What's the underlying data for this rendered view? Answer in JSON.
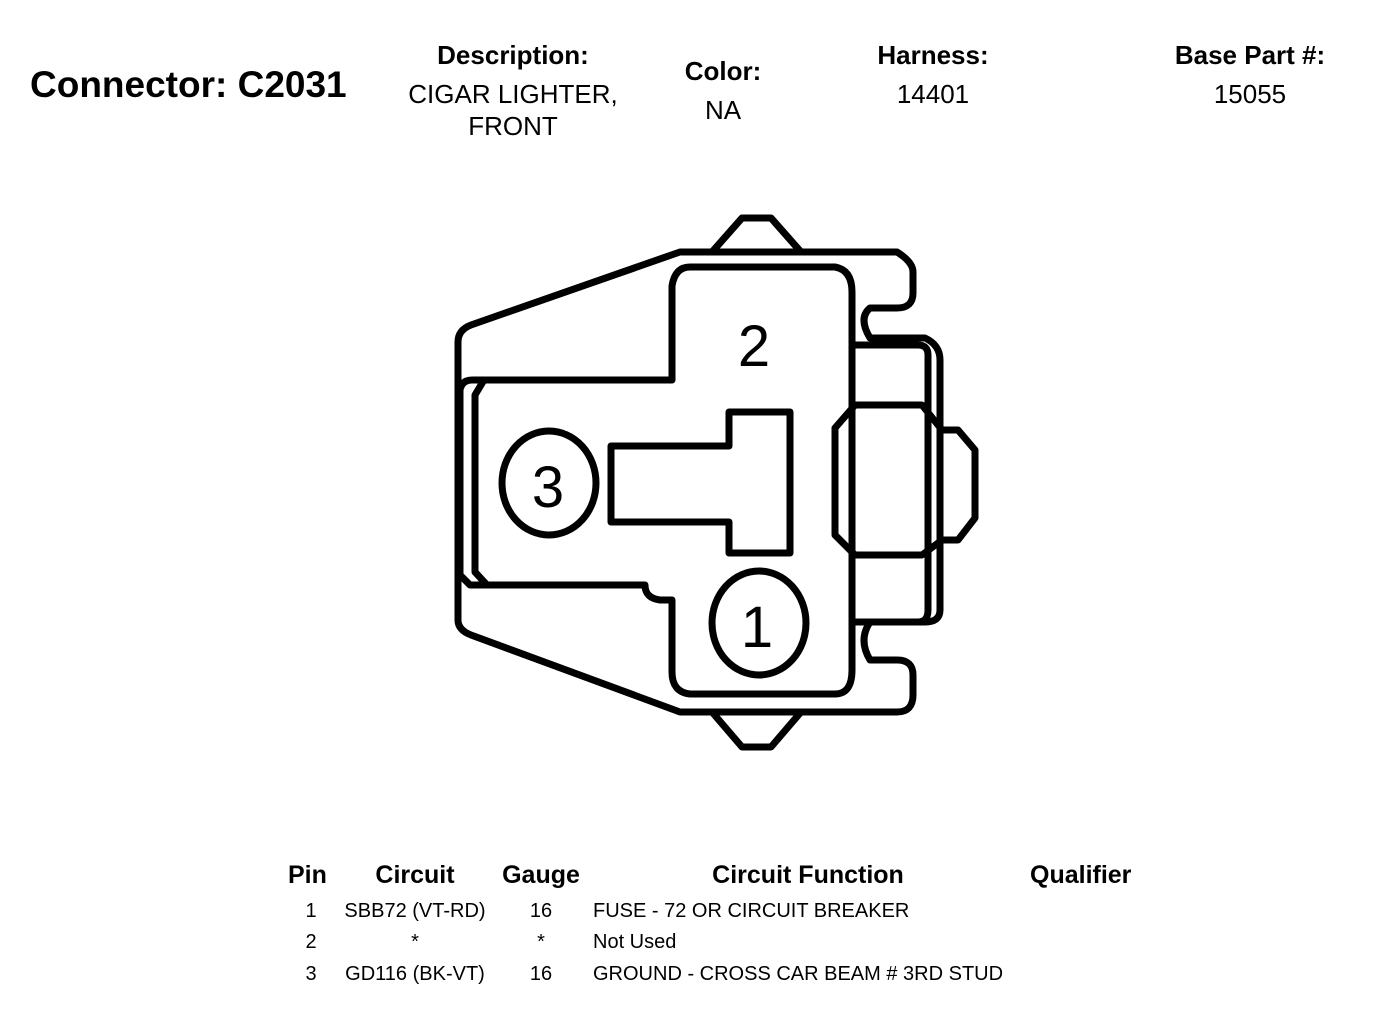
{
  "connector": {
    "label": "Connector: C2031"
  },
  "header": {
    "description": {
      "label": "Description:",
      "value_line1": "CIGAR LIGHTER,",
      "value_line2": "FRONT"
    },
    "color": {
      "label": "Color:",
      "value": "NA"
    },
    "harness": {
      "label": "Harness:",
      "value": "14401"
    },
    "base_part": {
      "label": "Base Part #:",
      "value": "15055"
    }
  },
  "diagram": {
    "pins": [
      "1",
      "2",
      "3"
    ]
  },
  "table": {
    "headers": {
      "pin": "Pin",
      "circuit": "Circuit",
      "gauge": "Gauge",
      "function": "Circuit Function",
      "qualifier": "Qualifier"
    },
    "rows": [
      {
        "pin": "1",
        "circuit": "SBB72 (VT-RD)",
        "gauge": "16",
        "function": "FUSE - 72 OR CIRCUIT BREAKER",
        "qualifier": ""
      },
      {
        "pin": "2",
        "circuit": "*",
        "gauge": "*",
        "function": "Not Used",
        "qualifier": ""
      },
      {
        "pin": "3",
        "circuit": "GD116 (BK-VT)",
        "gauge": "16",
        "function": "GROUND - CROSS CAR BEAM # 3RD STUD",
        "qualifier": ""
      }
    ]
  }
}
